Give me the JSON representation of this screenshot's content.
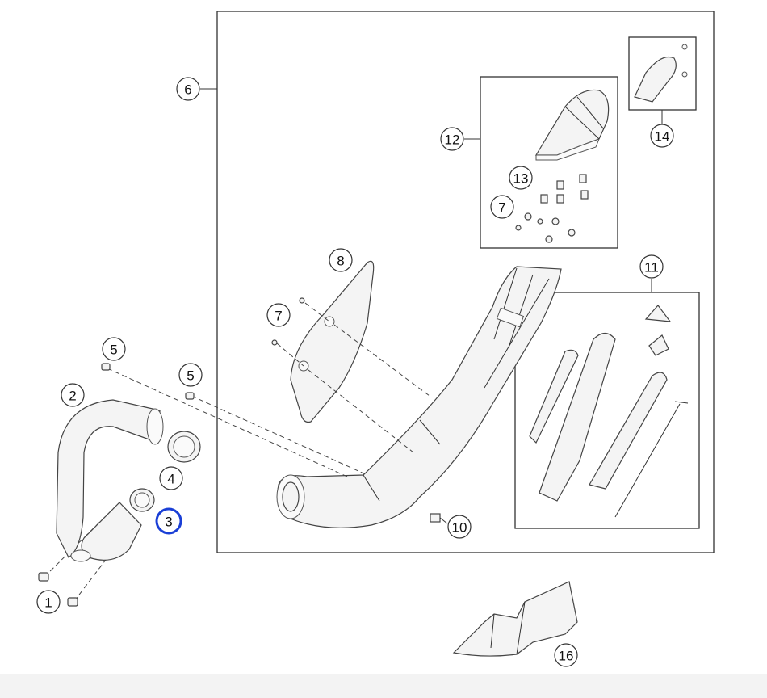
{
  "diagram": {
    "callouts": [
      {
        "id": "c6",
        "label": "6"
      },
      {
        "id": "c12",
        "label": "12"
      },
      {
        "id": "c13",
        "label": "13"
      },
      {
        "id": "c7a",
        "label": "7"
      },
      {
        "id": "c14",
        "label": "14"
      },
      {
        "id": "c8",
        "label": "8"
      },
      {
        "id": "c11",
        "label": "11"
      },
      {
        "id": "c7b",
        "label": "7"
      },
      {
        "id": "c5a",
        "label": "5"
      },
      {
        "id": "c5b",
        "label": "5"
      },
      {
        "id": "c2",
        "label": "2"
      },
      {
        "id": "c4",
        "label": "4"
      },
      {
        "id": "c3",
        "label": "3"
      },
      {
        "id": "c10",
        "label": "10"
      },
      {
        "id": "c1",
        "label": "1"
      },
      {
        "id": "c16",
        "label": "16"
      }
    ],
    "highlight_label": "3",
    "highlight_color": "#1a3fd6"
  }
}
